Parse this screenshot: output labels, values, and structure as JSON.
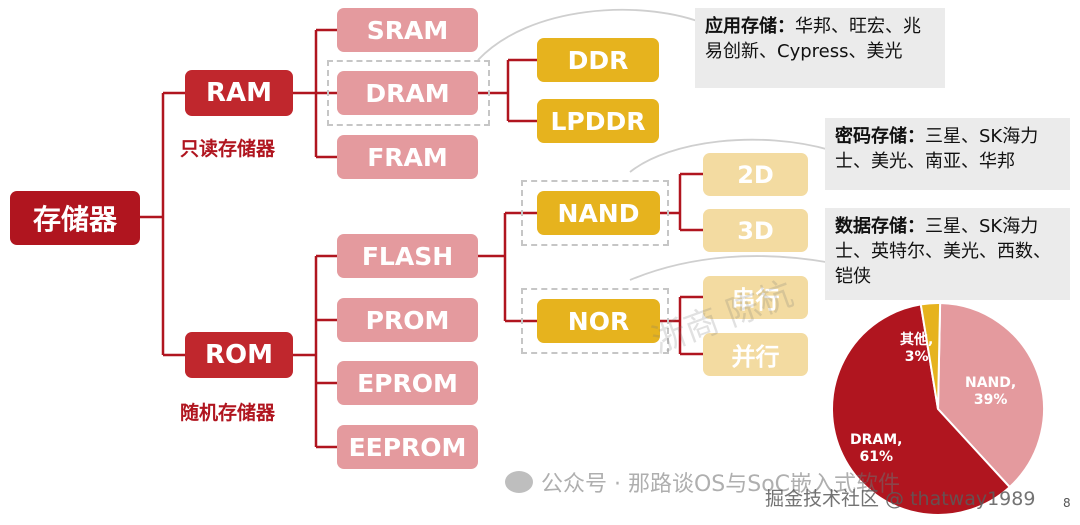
{
  "root": "存储器",
  "ram": {
    "label": "RAM",
    "subtitle": "只读存储器",
    "children": [
      "SRAM",
      "DRAM",
      "FRAM"
    ],
    "dram_children": [
      "DDR",
      "LPDDR"
    ]
  },
  "rom": {
    "label": "ROM",
    "subtitle": "随机存储器",
    "children": [
      "FLASH",
      "PROM",
      "EPROM",
      "EEPROM"
    ],
    "flash_children": [
      "NAND",
      "NOR"
    ],
    "nand_children": [
      "2D",
      "3D"
    ],
    "nor_children": [
      "串行",
      "并行"
    ]
  },
  "notes": [
    {
      "title": "应用存储：",
      "text": "华邦、旺宏、兆易创新、Cypress、美光"
    },
    {
      "title": "密码存储：",
      "text": "三星、SK海力士、美光、南亚、华邦"
    },
    {
      "title": "数据存储：",
      "text": "三星、SK海力士、英特尔、美光、西数、铠侠"
    }
  ],
  "chart_data": {
    "type": "pie",
    "slices": [
      {
        "label": "NAND,",
        "value": 39,
        "value_text": "39%",
        "color": "#e49a9e"
      },
      {
        "label": "DRAM,",
        "value": 61,
        "value_text": "61%",
        "color": "#b0151f"
      },
      {
        "label": "其他,",
        "value": 3,
        "value_text": "3%",
        "color": "#e6b31e"
      }
    ]
  },
  "watermarks": {
    "diagram": "浙商 陈杭",
    "account": "公众号 · 那路谈OS与SoC嵌入式软件",
    "site": "掘金技术社区 @ thatway1989"
  },
  "page_number": "8",
  "colors": {
    "dark_red": "#b0151f",
    "red": "#c0272d",
    "pink": "#e49a9e",
    "gold": "#e6b31e",
    "light_gold": "#f3dba1"
  }
}
